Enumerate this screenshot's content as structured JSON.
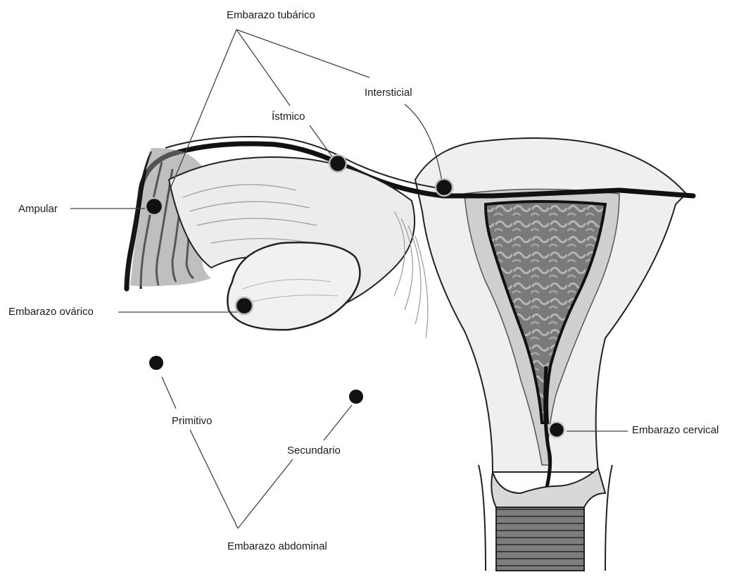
{
  "labels": {
    "embarazo_tubarico": "Embarazo tubárico",
    "intersticial": "Intersticial",
    "istmico": "Ístmico",
    "ampular": "Ampular",
    "embarazo_ovarico": "Embarazo ovárico",
    "primitivo": "Primitivo",
    "secundario": "Secundario",
    "embarazo_cervical": "Embarazo cervical",
    "embarazo_abdominal": "Embarazo abdominal"
  },
  "colors": {
    "ink": "#1c1c1c",
    "tissue_light": "#eeeeee",
    "tissue_mid": "#cfcfcf",
    "tissue_dark": "#8a8a8a",
    "cavity": "#6f6f6f",
    "line": "#444444"
  }
}
